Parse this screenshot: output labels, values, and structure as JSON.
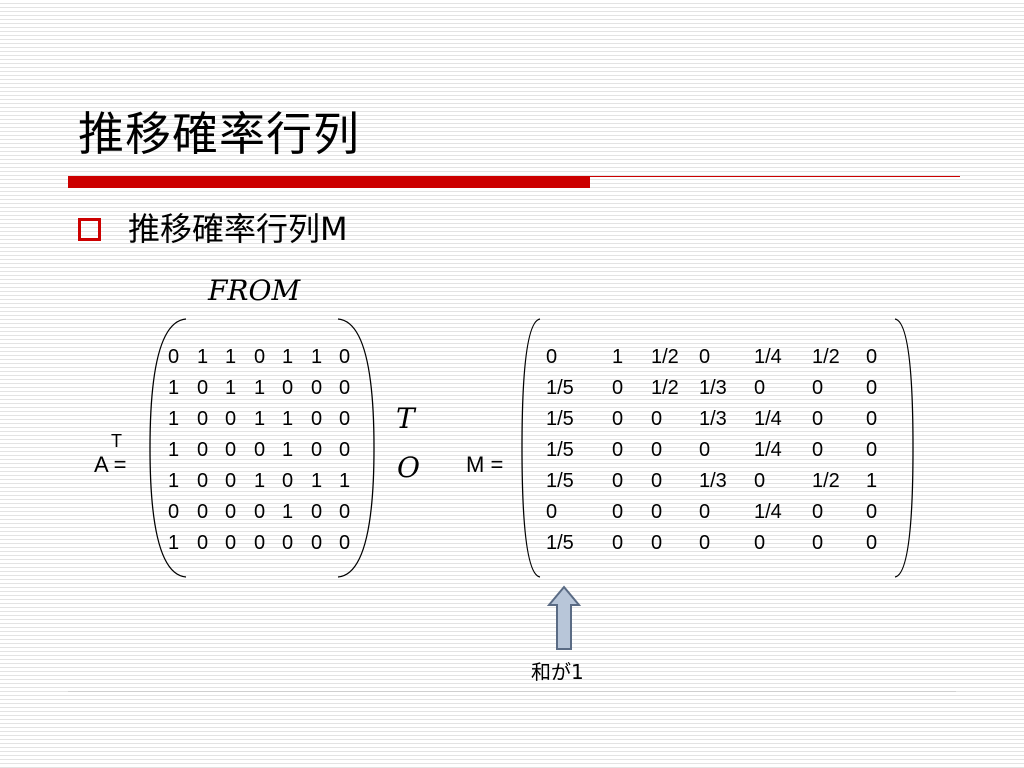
{
  "slide": {
    "title": "推移確率行列",
    "bullet": "推移確率行列M",
    "label_from": "FROM",
    "label_to_t": "T",
    "label_to_o": "O",
    "matrix_a_label": "A =",
    "matrix_a_superscript": "T",
    "matrix_m_label": "M =",
    "arrow_note": "和が1",
    "accent_color": "#cc0000",
    "arrow_fill": "#b8c6d9",
    "arrow_stroke": "#5a6b84"
  },
  "matrix_a": [
    [
      "0",
      "1",
      "1",
      "0",
      "1",
      "1",
      "0"
    ],
    [
      "1",
      "0",
      "1",
      "1",
      "0",
      "0",
      "0"
    ],
    [
      "1",
      "0",
      "0",
      "1",
      "1",
      "0",
      "0"
    ],
    [
      "1",
      "0",
      "0",
      "0",
      "1",
      "0",
      "0"
    ],
    [
      "1",
      "0",
      "0",
      "1",
      "0",
      "1",
      "1"
    ],
    [
      "0",
      "0",
      "0",
      "0",
      "1",
      "0",
      "0"
    ],
    [
      "1",
      "0",
      "0",
      "0",
      "0",
      "0",
      "0"
    ]
  ],
  "matrix_m": [
    [
      "0",
      "1",
      "1/2",
      "0",
      "1/4",
      "1/2",
      "0"
    ],
    [
      "1/5",
      "0",
      "1/2",
      "1/3",
      "0",
      "0",
      "0"
    ],
    [
      "1/5",
      "0",
      "0",
      "1/3",
      "1/4",
      "0",
      "0"
    ],
    [
      "1/5",
      "0",
      "0",
      "0",
      "1/4",
      "0",
      "0"
    ],
    [
      "1/5",
      "0",
      "0",
      "1/3",
      "0",
      "1/2",
      "1"
    ],
    [
      "0",
      "0",
      "0",
      "0",
      "1/4",
      "0",
      "0"
    ],
    [
      "1/5",
      "0",
      "0",
      "0",
      "0",
      "0",
      "0"
    ]
  ]
}
